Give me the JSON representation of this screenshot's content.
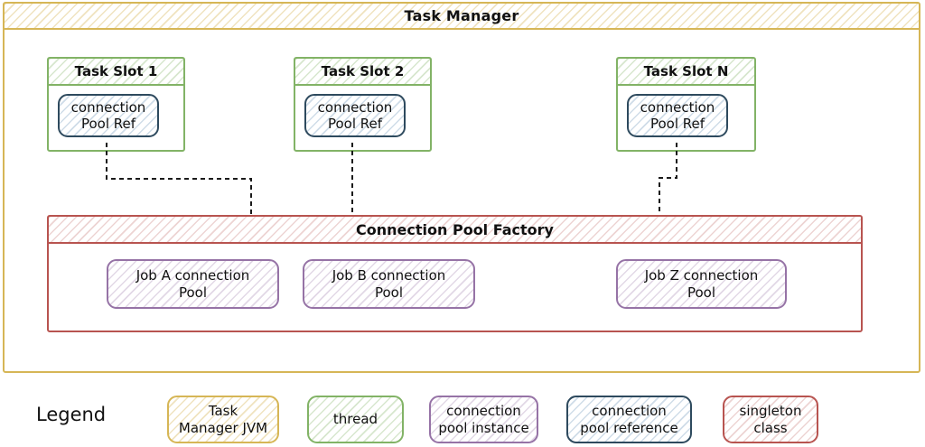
{
  "diagram": {
    "title": "Task Manager",
    "task_slots": [
      {
        "title": "Task Slot 1",
        "ref_line1": "connection",
        "ref_line2": "Pool Ref"
      },
      {
        "title": "Task Slot 2",
        "ref_line1": "connection",
        "ref_line2": "Pool Ref"
      },
      {
        "title": "Task Slot N",
        "ref_line1": "connection",
        "ref_line2": "Pool Ref"
      }
    ],
    "factory": {
      "title": "Connection Pool Factory",
      "pools": [
        {
          "line1": "Job A connection",
          "line2": "Pool"
        },
        {
          "line1": "Job B connection",
          "line2": "Pool"
        },
        {
          "line1": "Job Z connection",
          "line2": "Pool"
        }
      ]
    },
    "connections": [
      {
        "from": "Task Slot 1 connection Pool Ref",
        "to": "Connection Pool Factory",
        "style": "dashed"
      },
      {
        "from": "Task Slot 2 connection Pool Ref",
        "to": "Connection Pool Factory",
        "style": "dashed"
      },
      {
        "from": "Task Slot N connection Pool Ref",
        "to": "Connection Pool Factory",
        "style": "dashed"
      }
    ]
  },
  "legend": {
    "title": "Legend",
    "items": [
      {
        "name": "task-manager-jvm",
        "line1": "Task",
        "line2": "Manager JVM",
        "color": "#d6b656"
      },
      {
        "name": "thread",
        "line1": "thread",
        "line2": "",
        "color": "#82b366"
      },
      {
        "name": "connection-pool-instance",
        "line1": "connection",
        "line2": "pool instance",
        "color": "#9673a6"
      },
      {
        "name": "connection-pool-reference",
        "line1": "connection",
        "line2": "pool reference",
        "color": "#2e4a5e"
      },
      {
        "name": "singleton-class",
        "line1": "singleton",
        "line2": "class",
        "color": "#b85450"
      }
    ]
  },
  "colors": {
    "jvm_border": "#d6b656",
    "thread_border": "#82b366",
    "pool_instance_border": "#9673a6",
    "pool_reference_border": "#2e4a5e",
    "singleton_border": "#b85450",
    "connector": "#1a1a1a",
    "text": "#111111",
    "background": "#ffffff"
  }
}
